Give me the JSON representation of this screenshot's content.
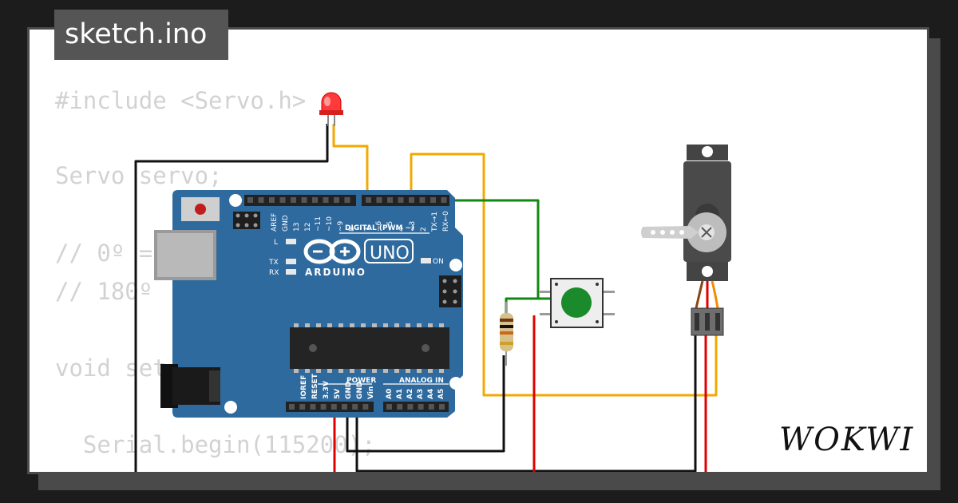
{
  "title": "sketch.ino",
  "brand": "WOKWI",
  "code_lines": [
    "#include <Servo.h>",
    "Servo servo;",
    "// 0º =",
    "// 180º",
    "void set",
    "  Serial.begin(115200);"
  ],
  "board": {
    "model": "UNO",
    "brand": "ARDUINO",
    "digital_label": "DIGITAL (PWM ~)",
    "power_label": "POWER",
    "analog_label": "ANALOG IN",
    "on_label": "ON",
    "led_l": "L",
    "led_tx": "TX",
    "led_rx": "RX",
    "top_pins": [
      "AREF",
      "GND",
      "13",
      "12",
      "~11",
      "~10",
      "~9",
      "8",
      "7",
      "~6",
      "~5",
      "4",
      "~3",
      "2",
      "TX→1",
      "RX←0"
    ],
    "power_pins": [
      "IOREF",
      "RESET",
      "3.3V",
      "5V",
      "GND",
      "GND",
      "Vin"
    ],
    "analog_pins": [
      "A0",
      "A1",
      "A2",
      "A3",
      "A4",
      "A5"
    ]
  },
  "colors": {
    "background": "#1c1c1c",
    "panel": "#ffffff",
    "board": "#2f6a9e",
    "wire_orange": "#f2a900",
    "wire_green": "#118811",
    "wire_black": "#111111",
    "wire_red": "#e00000",
    "button": "#1a8a2a",
    "led": "#ff3a3a"
  }
}
